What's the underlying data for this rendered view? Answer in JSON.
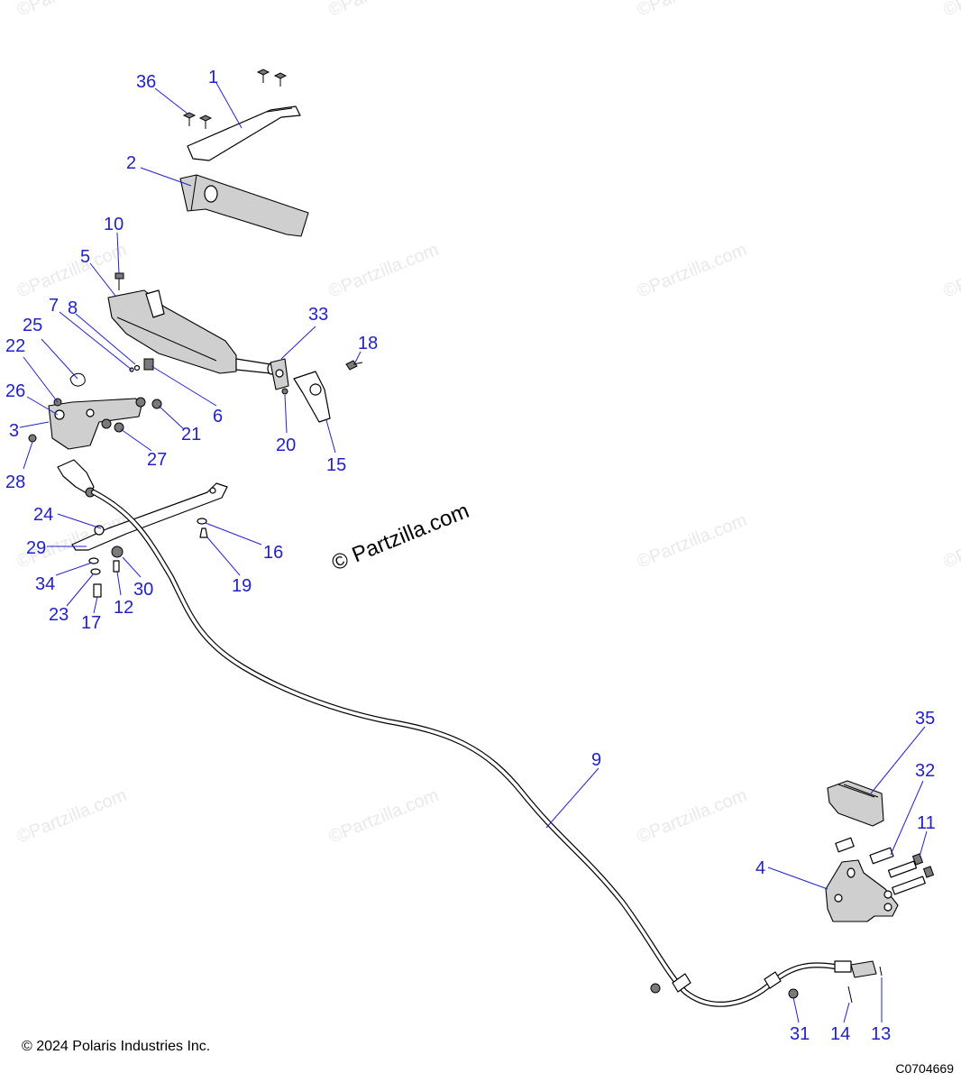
{
  "watermark": {
    "text": "©Partzilla.com",
    "center_text": "© Partzilla.com"
  },
  "copyright": "© 2024 Polaris Industries Inc.",
  "diagram_code": "C0704669",
  "colors": {
    "callout": "#2020cc",
    "line": "#000000",
    "watermark": "#e9e9e9",
    "part_fill": "#cfcfcf"
  },
  "callouts": [
    {
      "id": "36",
      "label": "36"
    },
    {
      "id": "1",
      "label": "1"
    },
    {
      "id": "2",
      "label": "2"
    },
    {
      "id": "10",
      "label": "10"
    },
    {
      "id": "5",
      "label": "5"
    },
    {
      "id": "8",
      "label": "8"
    },
    {
      "id": "7",
      "label": "7"
    },
    {
      "id": "25",
      "label": "25"
    },
    {
      "id": "22",
      "label": "22"
    },
    {
      "id": "26",
      "label": "26"
    },
    {
      "id": "3",
      "label": "3"
    },
    {
      "id": "28",
      "label": "28"
    },
    {
      "id": "6",
      "label": "6"
    },
    {
      "id": "21",
      "label": "21"
    },
    {
      "id": "27",
      "label": "27"
    },
    {
      "id": "33",
      "label": "33"
    },
    {
      "id": "18",
      "label": "18"
    },
    {
      "id": "20",
      "label": "20"
    },
    {
      "id": "15",
      "label": "15"
    },
    {
      "id": "24",
      "label": "24"
    },
    {
      "id": "29",
      "label": "29"
    },
    {
      "id": "34",
      "label": "34"
    },
    {
      "id": "23",
      "label": "23"
    },
    {
      "id": "17",
      "label": "17"
    },
    {
      "id": "12",
      "label": "12"
    },
    {
      "id": "30",
      "label": "30"
    },
    {
      "id": "16",
      "label": "16"
    },
    {
      "id": "19",
      "label": "19"
    },
    {
      "id": "9",
      "label": "9"
    },
    {
      "id": "35",
      "label": "35"
    },
    {
      "id": "32",
      "label": "32"
    },
    {
      "id": "11",
      "label": "11"
    },
    {
      "id": "4",
      "label": "4"
    },
    {
      "id": "31",
      "label": "31"
    },
    {
      "id": "14",
      "label": "14"
    },
    {
      "id": "13",
      "label": "13"
    }
  ]
}
